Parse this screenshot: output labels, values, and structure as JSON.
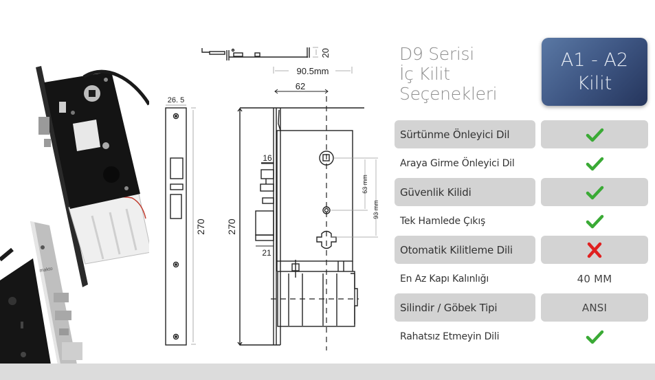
{
  "title": {
    "lines": [
      "D9 Serisi",
      "İç Kilit",
      "Seçenekleri"
    ]
  },
  "model_badge": {
    "lines": [
      "A1 - A2",
      "Kilit"
    ],
    "gradient_start": "#5a78a4",
    "gradient_end": "#25355c"
  },
  "features": [
    {
      "label": "Sürtünme Önleyici Dil",
      "value_type": "check-icon",
      "value": "",
      "shaded": true
    },
    {
      "label": "Araya Girme Önleyici Dil",
      "value_type": "check-icon",
      "value": "",
      "shaded": false
    },
    {
      "label": "Güvenlik Kilidi",
      "value_type": "check-icon",
      "value": "",
      "shaded": true
    },
    {
      "label": "Tek Hamlede Çıkış",
      "value_type": "check-icon",
      "value": "",
      "shaded": false
    },
    {
      "label": "Otomatik Kilitleme Dili",
      "value_type": "cross-icon",
      "value": "",
      "shaded": true
    },
    {
      "label": "En Az Kapı Kalınlığı",
      "value_type": "text",
      "value": "40 MM",
      "shaded": false
    },
    {
      "label": "Silindir / Göbek Tipi",
      "value_type": "text",
      "value": "ANSI",
      "shaded": true
    },
    {
      "label": "Rahatsız Etmeyin Dili",
      "value_type": "check-icon",
      "value": "",
      "shaded": false
    }
  ],
  "colors": {
    "check": "#3aaa35",
    "cross": "#e02020",
    "row_shade": "#d3d3d3",
    "title_gray": "#8e8e8e"
  },
  "drawing": {
    "top_view_height": "20",
    "case_depth": "90.5mm",
    "backset": "62",
    "faceplate_width": "26. 5",
    "faceplate_height": "270",
    "body_height": "270",
    "latch_projection": "16",
    "deadbolt_projection": "21",
    "spindle_to_cylinder_1": "63 mm",
    "spindle_to_cylinder_2": "93 mm"
  },
  "photos": {
    "brand_engraving": "makto"
  }
}
